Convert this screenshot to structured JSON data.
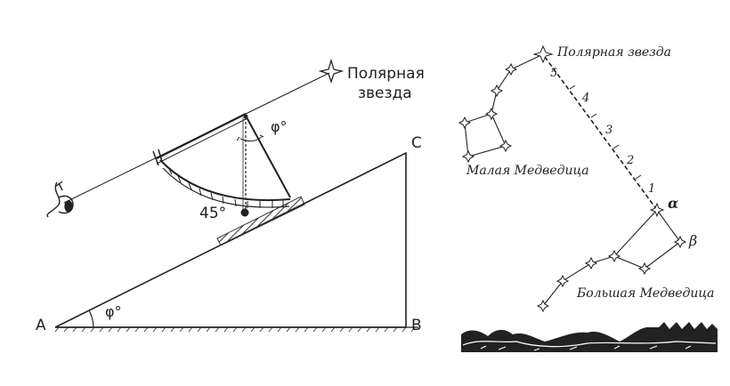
{
  "left_figure": {
    "star_label_line1": "Полярная",
    "star_label_line2": "звезда",
    "vertex_a": "A",
    "vertex_b": "B",
    "vertex_c": "C",
    "angle_phi": "φ°",
    "angle_45": "45°",
    "plumb_angle": "φ°"
  },
  "right_figure": {
    "polaris_label": "Полярная звезда",
    "little_dipper_label": "Малая Медведица",
    "big_dipper_label": "Большая Медведица",
    "alpha_label": "α",
    "beta_label": "β",
    "distance_marks": [
      "1",
      "2",
      "3",
      "4",
      "5"
    ]
  }
}
